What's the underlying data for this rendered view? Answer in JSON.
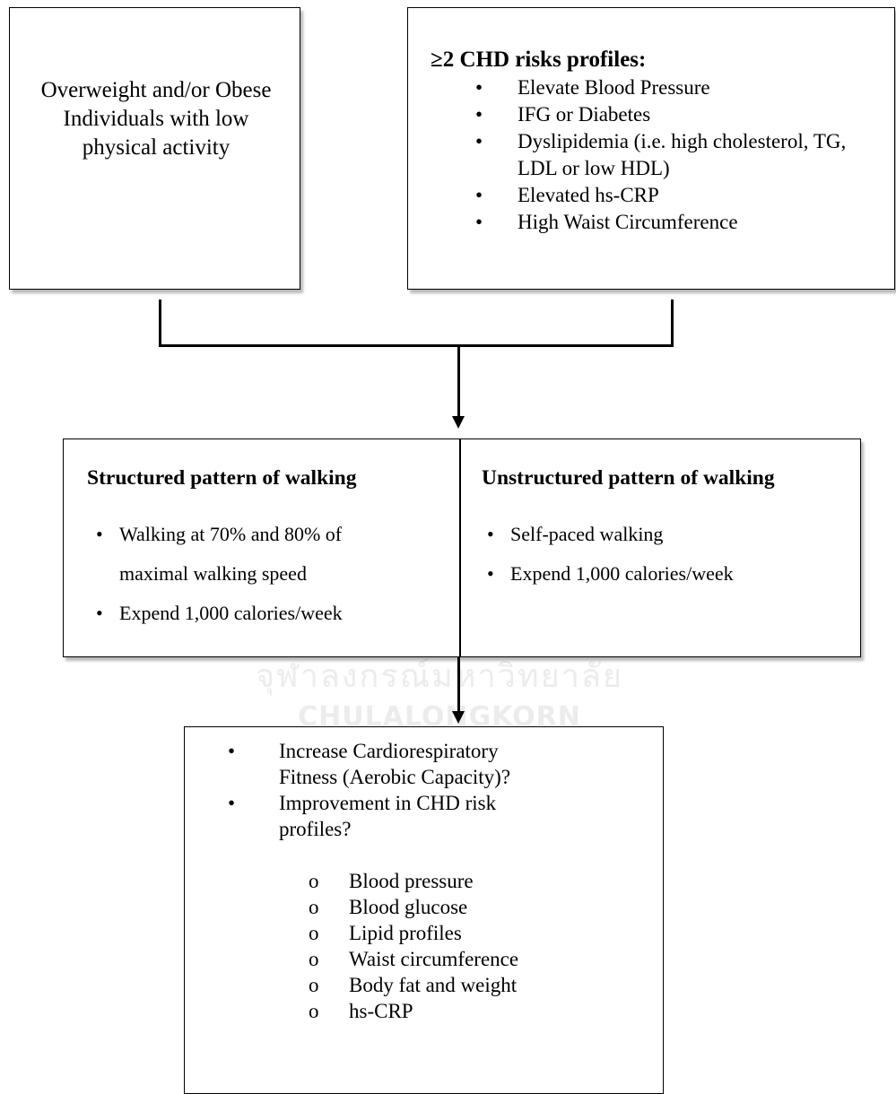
{
  "box1": {
    "text": "Overweight and/or Obese Individuals with low physical activity"
  },
  "box2": {
    "title": "≥2 CHD risks profiles:",
    "items": [
      "Elevate Blood Pressure",
      "IFG or Diabetes",
      "Dyslipidemia (i.e. high cholesterol, TG, LDL or low HDL)",
      "Elevated hs-CRP",
      "High Waist Circumference"
    ]
  },
  "structured": {
    "title": "Structured pattern of walking",
    "items": [
      "Walking at 70% and 80% of maximal walking speed",
      "Expend 1,000 calories/week"
    ]
  },
  "unstructured": {
    "title": "Unstructured pattern of walking",
    "items": [
      "Self-paced walking",
      "Expend 1,000 calories/week"
    ]
  },
  "outcome": {
    "items": [
      "Increase Cardiorespiratory Fitness (Aerobic Capacity)?",
      "Improvement in CHD risk profiles?"
    ],
    "subitems": [
      "Blood pressure",
      "Blood glucose",
      "Lipid profiles",
      "Waist circumference",
      "Body fat and weight",
      "hs-CRP"
    ]
  },
  "watermark": {
    "thai": "จุฬาลงกรณ์มหาวิทยาลัย",
    "eng": "CHULALONGKORN UNIVERSITY"
  }
}
